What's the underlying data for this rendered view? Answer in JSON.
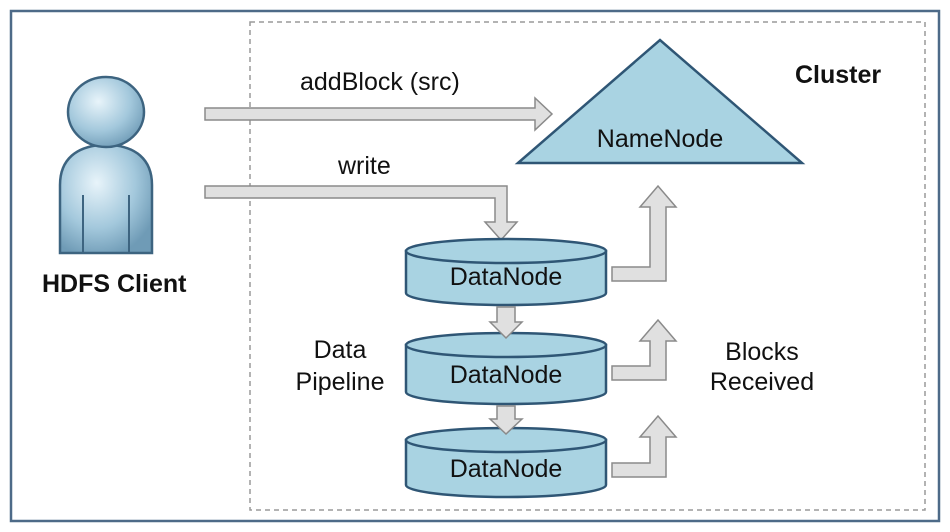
{
  "client": {
    "label": "HDFS Client"
  },
  "cluster": {
    "label": "Cluster"
  },
  "namenode": {
    "label": "NameNode"
  },
  "datanodes": [
    {
      "label": "DataNode"
    },
    {
      "label": "DataNode"
    },
    {
      "label": "DataNode"
    }
  ],
  "arrows": {
    "add_block": "addBlock (src)",
    "write": "write"
  },
  "annotations": {
    "pipeline_line1": "Data",
    "pipeline_line2": "Pipeline",
    "blocks_line1": "Blocks",
    "blocks_line2": "Received"
  },
  "colors": {
    "frame_border": "#4d6a88",
    "node_fill": "#a9d3e2",
    "node_stroke": "#2f5675",
    "arrow_fill": "#e0e0e0",
    "arrow_stroke": "#8a8a8a",
    "cluster_border": "#9a9a9a"
  }
}
